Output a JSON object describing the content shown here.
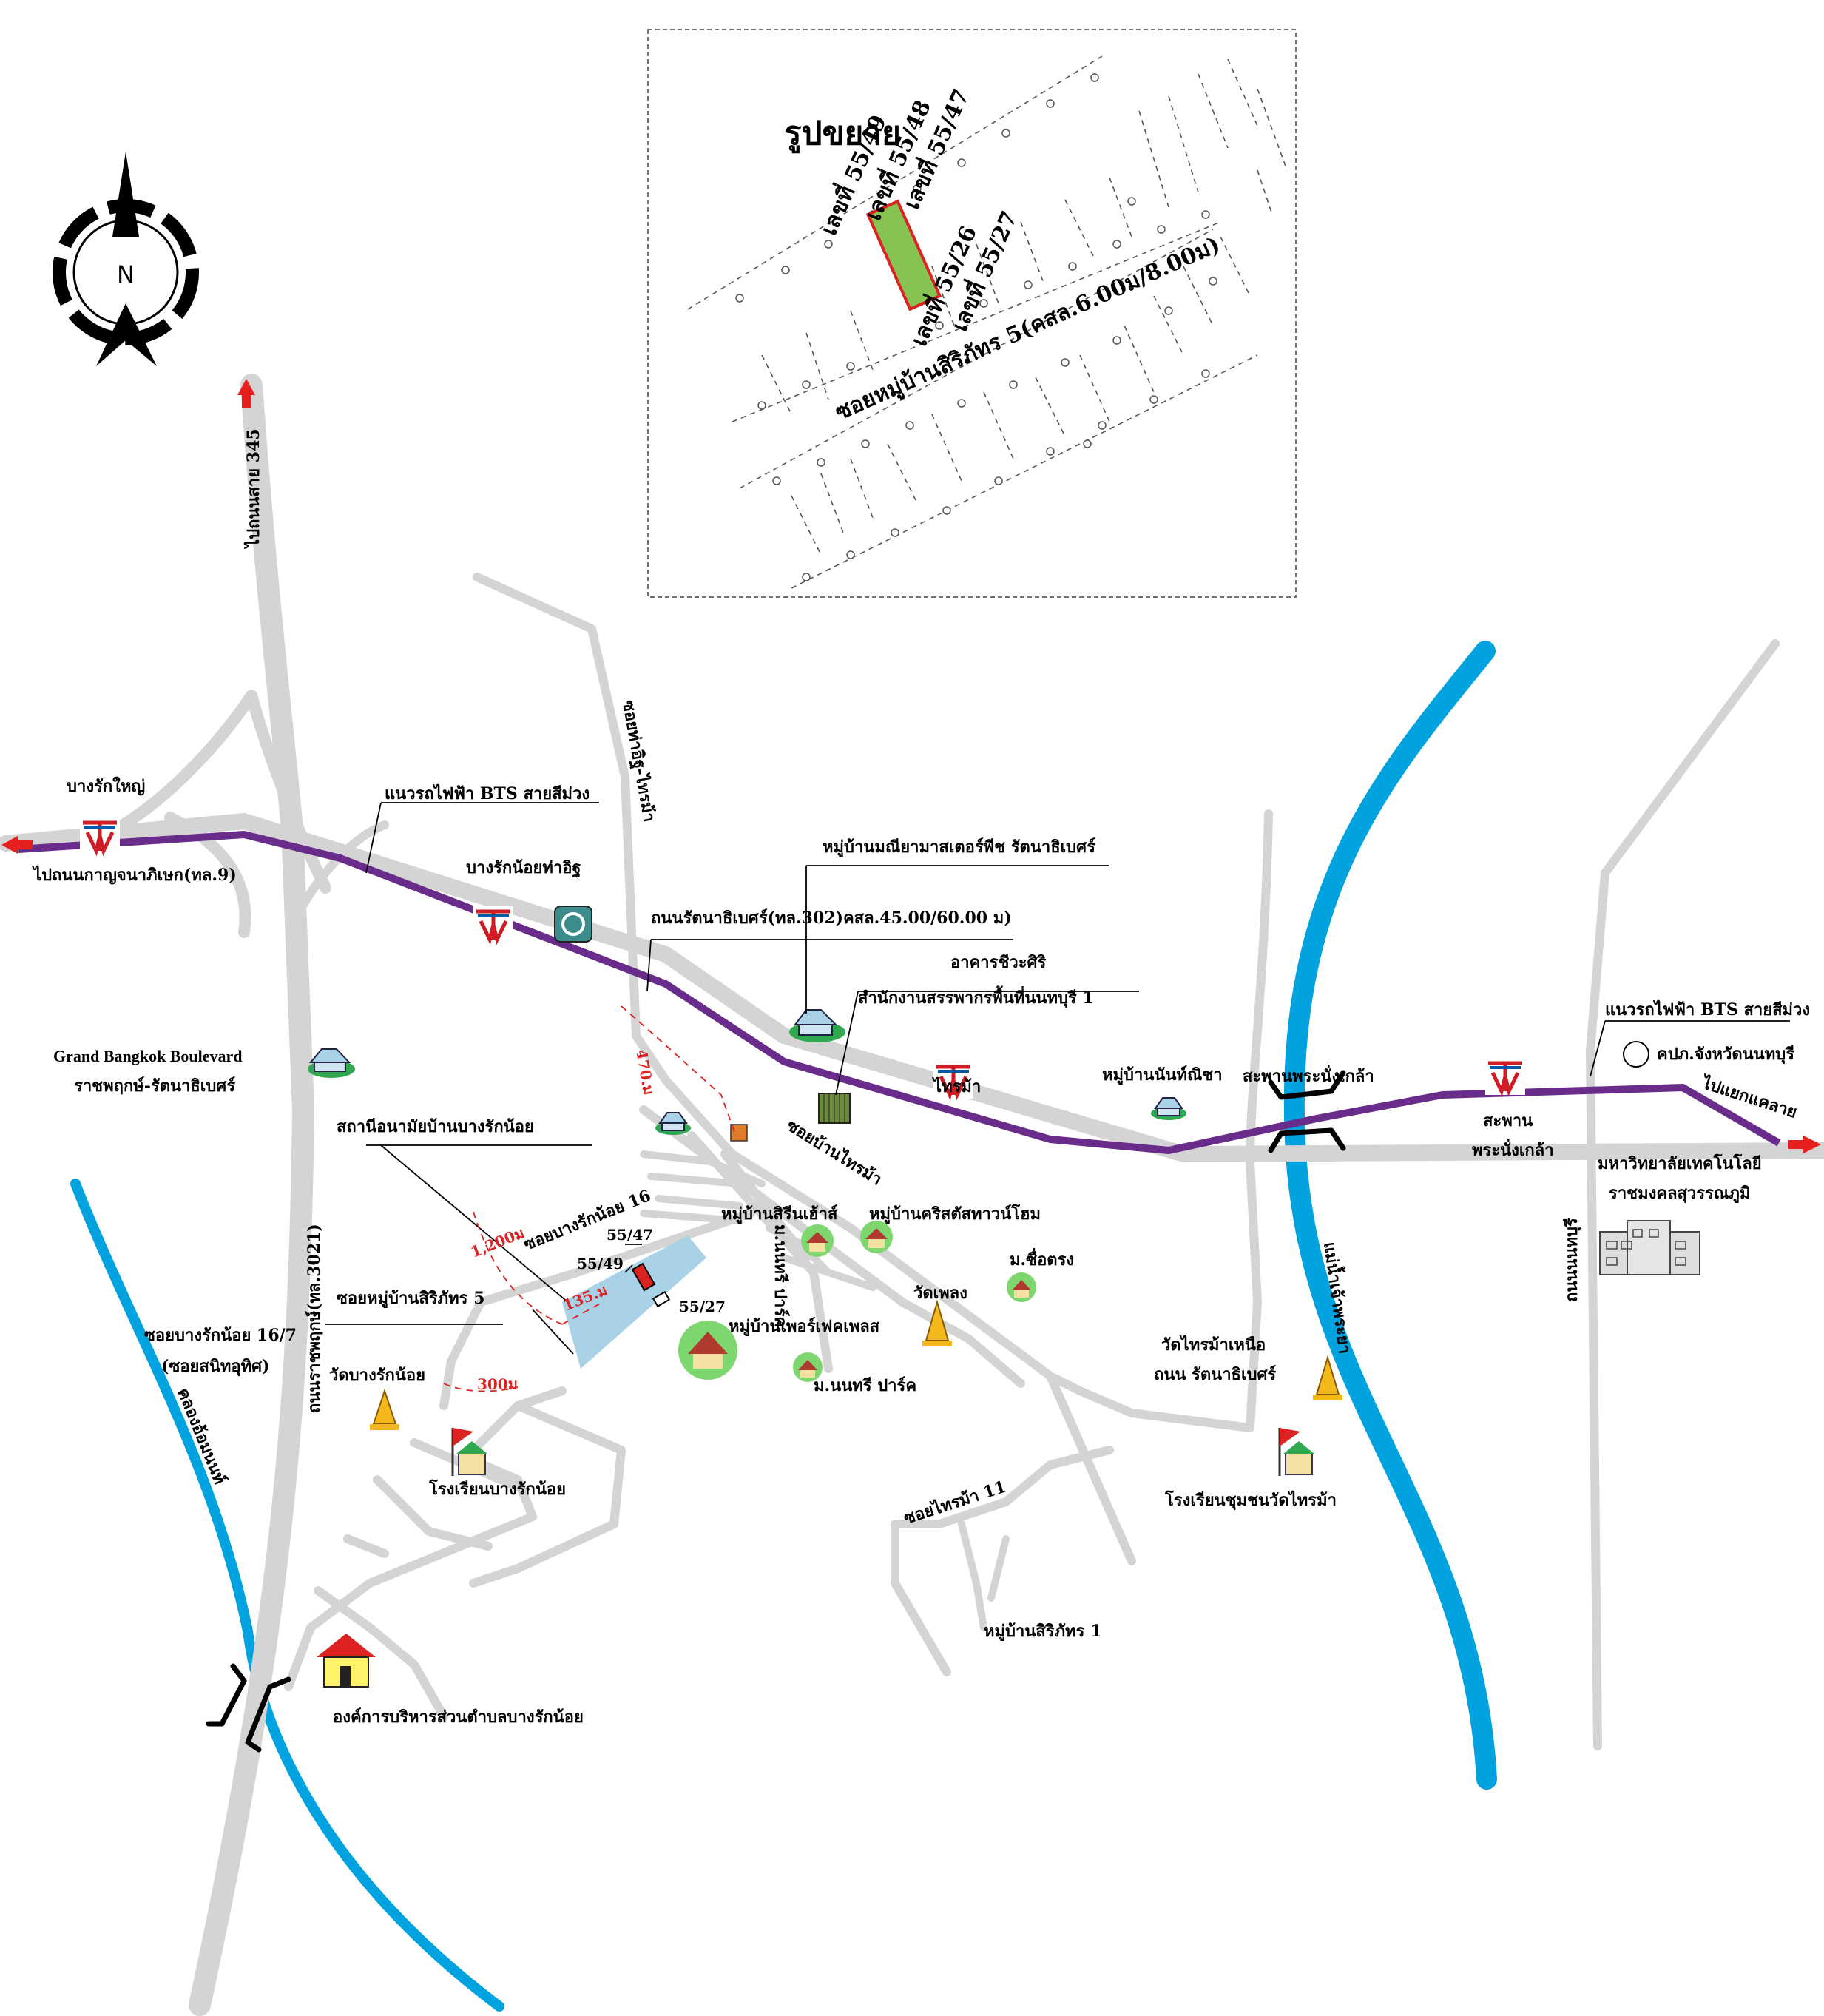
{
  "inset": {
    "title": "รูปขยาย",
    "plot_left": "เลขที่ 55/49",
    "plot_center": "เลขที่ 55/48",
    "plot_right": "เลขที่ 55/47",
    "road": "ซอยหมู่บ้านสิริภัทร 5(คสล.6.00ม/8.00ม)",
    "plot_lower_left": "เลขที่ 55/26",
    "plot_lower_right": "เลขที่ 55/27"
  },
  "compass": {
    "letter": "N"
  },
  "roads": {
    "road_345": "ไปถนนสาย 345",
    "kanchana": "ไปถนนกาญจนาภิเษก(ทล.9)",
    "bts_line_left": "แนวรถไฟฟ้า BTS สายสีม่วง",
    "soi_tha_it": "ซอยท่าอิฐ-ไทรม้า",
    "rattanathibet": "ถนนรัตนาธิเบศร์(ทล.302)คสล.45.00/60.00 ม)",
    "ratchaphruek": "ถนนราชพฤกษ์(ทล.3021)",
    "soi_bangrak_16": "ซอยบางรักน้อย 16",
    "soi_siriphat_5": "ซอยหมู่บ้านสิริภัทร 5",
    "soi_bangrak_16_7_a": "ซอยบางรักน้อย 16/7",
    "soi_bangrak_16_7_b": "(ซอยสนิทอุทิศ)",
    "soi_sai_ma": "ซอยบ้านไทรม้า",
    "soi_sai_ma_11": "ซอยไทรม้า 11",
    "nonthaburi": "ถนนนนทบุรี",
    "bts_line_right": "แนวรถไฟฟ้า BTS สายสีม่วง",
    "to_khae_rai": "ไปแยกแคลาย",
    "khlong": "คลองอ้อมนนท์",
    "river": "แม่น้ำเจ้าพระยา",
    "bridge": "สะพานพระนั่งเกล้า"
  },
  "places": {
    "bang_rak_yai": "บางรักใหญ่",
    "bang_rak_noi": "บางรักน้อยท่าอิฐ",
    "manee": "หมู่บ้านมณียามาสเตอร์พีช รัตนาธิเบศร์",
    "chiwa_1": "อาคารชีวะศิริ",
    "chiwa_2": "สำนักงานสรรพากรพื้นที่นนทบุรี 1",
    "grand_1": "Grand Bangkok Boulevard",
    "grand_2": "ราชพฤกษ์-รัตนาธิเบศร์",
    "sai_ma": "ไทรม้า",
    "nanthicha": "หมู่บ้านนันท์ณิชา",
    "health": "สถานีอนามัยบ้านบางรักน้อย",
    "sirin": "หมู่บ้านสิรีนเฮ้าส์",
    "christ": "หมู่บ้านคริสตัสทาวน์โฮม",
    "nonthari_v": "ม.นนทรี ปาร์ค",
    "nonthari_h": "ม.นนทรี ปาร์ค",
    "sue_trong": "ม.ซื่อตรง",
    "wat_phleng": "วัดเพลง",
    "perfect": "หมู่บ้านเพอร์เฟคเพลส",
    "wat_bangrak": "วัดบางรักน้อย",
    "school_bangrak": "โรงเรียนบางรักน้อย",
    "wat_saima_1": "วัดไทรม้าเหนือ",
    "wat_saima_2": "ถนน รัตนาธิเบศร์",
    "school_saima": "โรงเรียนชุมชนวัดไทรม้า",
    "siriphat_1": "หมู่บ้านสิริภัทร 1",
    "tambon_office": "องค์การบริหารส่วนตำบลบางรักน้อย",
    "bridge_station_1": "สะพาน",
    "bridge_station_2": "พระนั่งเกล้า",
    "police": "คปภ.จังหวัดนนทบุรี",
    "univ_1": "มหาวิทยาลัยเทคโนโลยี",
    "univ_2": "ราชมงคลสุวรรณภูมิ"
  },
  "plots": {
    "p47": "55/47",
    "p49": "55/49",
    "p27": "55/27"
  },
  "distances": {
    "d1200": "1,200ม",
    "d135": "135.ม",
    "d300": "300ม",
    "d470": "470.ม"
  },
  "colors": {
    "road": "#d4d4d4",
    "bts": "#6a2c8a",
    "water": "#00a3e0",
    "arrow": "#e8201d",
    "highlight": "#86c353",
    "village": "#a9d2e6"
  },
  "icons": [
    "north-arrow-icon",
    "bts-logo-icon",
    "house-icon",
    "temple-icon",
    "school-flag-icon",
    "office-building-icon",
    "university-building-icon",
    "bridge-icon",
    "red-arrow-icon"
  ]
}
